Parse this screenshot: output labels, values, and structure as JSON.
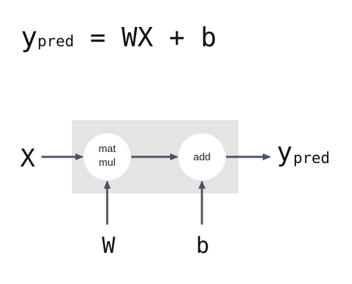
{
  "formula": {
    "y": "y",
    "y_sub": "pred",
    "rest": " = WX + b"
  },
  "diagram": {
    "input_x": "X",
    "input_w": "W",
    "input_b": "b",
    "matmul_line1": "mat",
    "matmul_line2": "mul",
    "add_label": "add",
    "output_y": "y",
    "output_sub": "pred"
  },
  "colors": {
    "box": "#e4e4e4",
    "node": "#ffffff",
    "arrow": "#4a5263",
    "text": "#111111"
  }
}
